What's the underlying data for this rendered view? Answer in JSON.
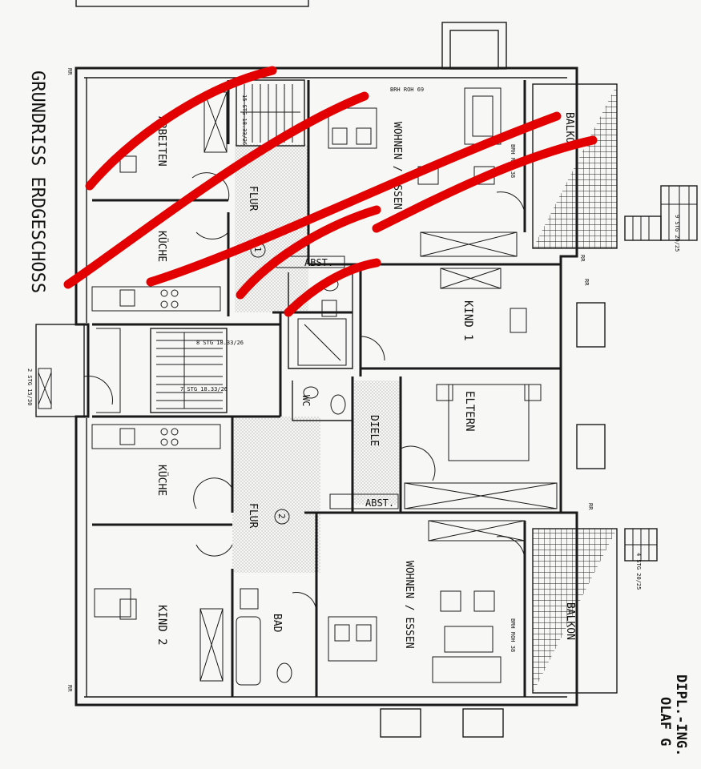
{
  "drawing": {
    "title": "GRUNDRISS ERDGESCHOSS",
    "architect": "DIPL.-ING.",
    "architect_name_fragment": "OLAF G"
  },
  "rooms": {
    "arbeiten": "ARBEITEN",
    "kueche_top": "KÜCHE",
    "flur_top": "FLUR",
    "flur_top_num": "1",
    "wohnen_top": "WOHNEN / ESSEN",
    "balkon_top": "BALKON",
    "abst_top": "ABST.",
    "kind1": "KIND 1",
    "eltern": "ELTERN",
    "wc": "WC",
    "diele": "DIELE",
    "abst_bottom": "ABST.",
    "kueche_bottom": "KÜCHE",
    "flur_bottom": "FLUR",
    "flur_bottom_num": "2",
    "kind2": "KIND 2",
    "bad": "BAD",
    "wohnen_bottom": "WOHNEN / ESSEN",
    "balkon_bottom": "BALKON"
  },
  "annotations": {
    "brh_top": "BRH ROH 69",
    "brh_right_top": "BRH ROH 38",
    "brh_bottom": "BRH ROH 38",
    "stairs_top": "15 STG 18.33/26",
    "stairs_mid1": "8 STG 18.33/26",
    "stairs_mid2": "7 STG 18.33/26",
    "stairs_entry": "2 STG 15/30",
    "stairs_balcony_top": "9 STG 20/25",
    "stairs_balcony_bottom": "4 STG 20/25",
    "rr_labels": [
      "RR",
      "RR",
      "RR",
      "RR",
      "RR"
    ]
  },
  "colors": {
    "ink": "#1a1a1a",
    "paper": "#f7f7f5",
    "marker": "#e30000",
    "hatch_fill": "#cfcfcf"
  }
}
